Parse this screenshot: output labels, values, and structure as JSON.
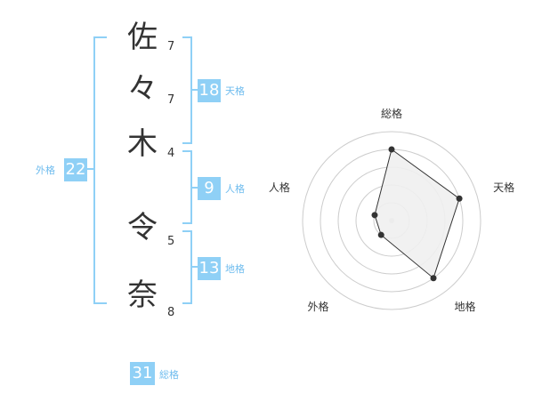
{
  "name_chars": [
    {
      "char": "佐",
      "strokes": "7"
    },
    {
      "char": "々",
      "strokes": "7"
    },
    {
      "char": "木",
      "strokes": "4"
    },
    {
      "char": "令",
      "strokes": "5"
    },
    {
      "char": "奈",
      "strokes": "8"
    }
  ],
  "kakusu": {
    "tenkaku": {
      "value": "18",
      "label": "天格"
    },
    "jinkaku": {
      "value": "9",
      "label": "人格"
    },
    "chikaku": {
      "value": "13",
      "label": "地格"
    },
    "gaikaku": {
      "value": "22",
      "label": "外格"
    },
    "soukaku": {
      "value": "31",
      "label": "総格"
    }
  },
  "chart_data": {
    "type": "radar",
    "axes": [
      "総格",
      "天格",
      "地格",
      "外格",
      "人格"
    ],
    "values": [
      4,
      4,
      4,
      1,
      1
    ],
    "max": 5,
    "colors": {
      "accent": "#8fd0f6",
      "label": "#6fbcee",
      "fill": "#efefef",
      "line": "#333333",
      "grid": "#cccccc"
    }
  }
}
